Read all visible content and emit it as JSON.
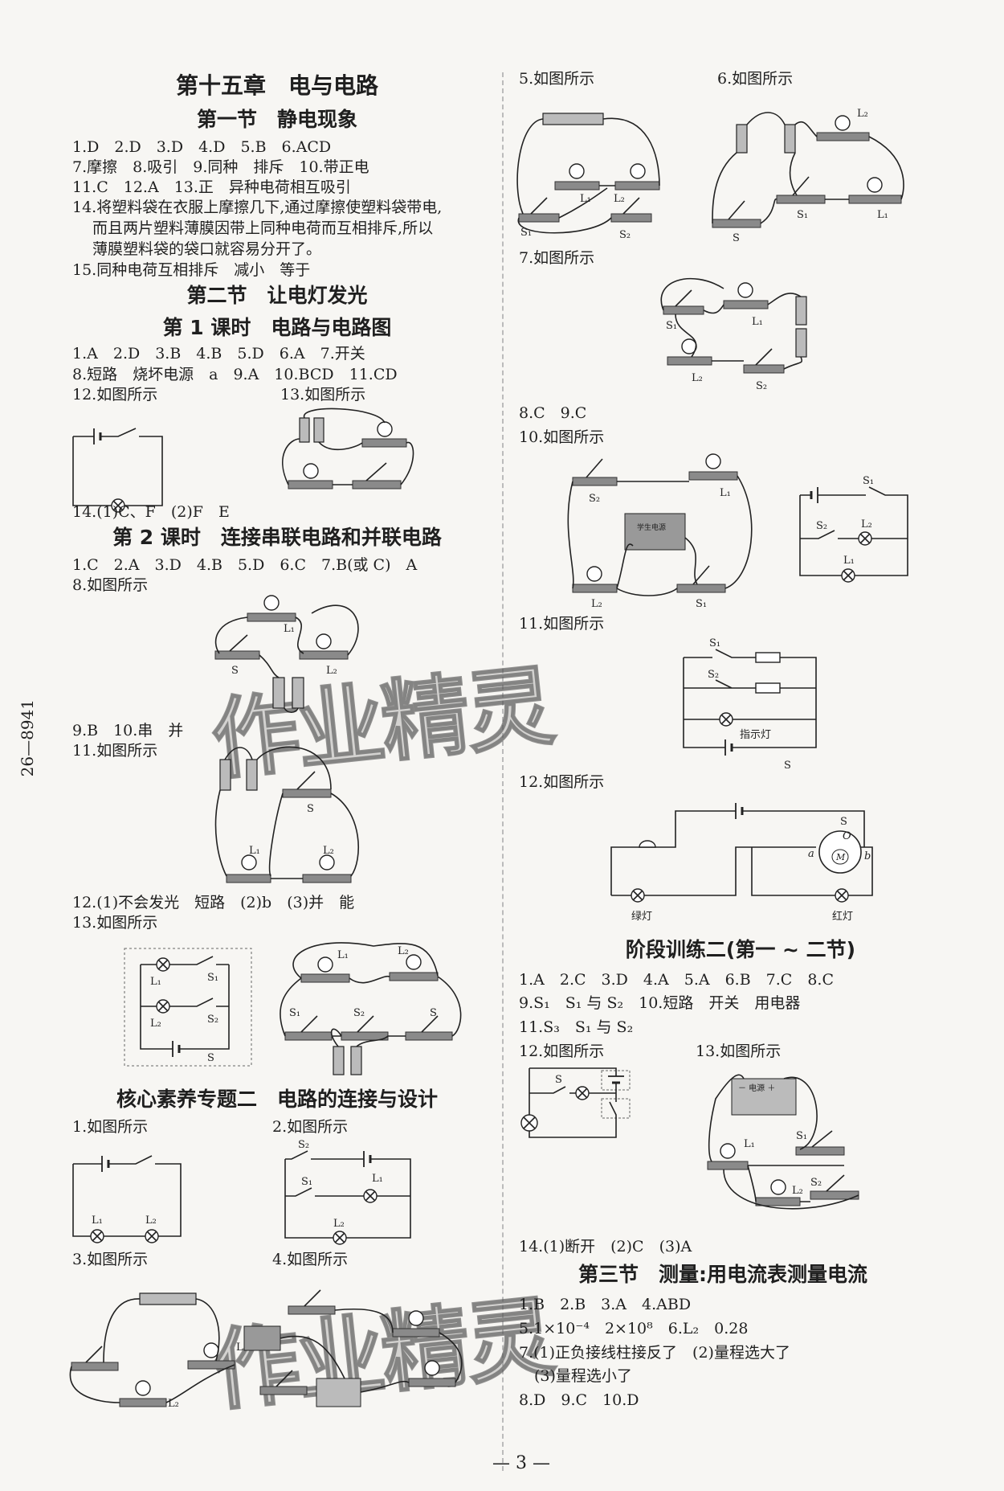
{
  "side_code": "26—8941",
  "page_number": "— 3 —",
  "watermark": "作业精灵",
  "left": {
    "chapter_title": "第十五章　电与电路",
    "sec1_title": "第一节　静电现象",
    "sec1_lines": [
      "1.D　2.D　3.D　4.D　5.B　6.ACD",
      "7.摩擦　8.吸引　9.同种　排斥　10.带正电",
      "11.C　12.A　13.正　异种电荷相互吸引",
      "14.将塑料袋在衣服上摩擦几下,通过摩擦使塑料袋带电,",
      "　 而且两片塑料薄膜因带上同种电荷而互相排斥,所以",
      "　 薄膜塑料袋的袋口就容易分开了。",
      "15.同种电荷互相排斥　减小　等于"
    ],
    "sec2_title": "第二节　让电灯发光",
    "lesson1_title": "第 1 课时　电路与电路图",
    "lesson1_lines": [
      "1.A　2.D　3.B　4.B　5.D　6.A　7.开关",
      "8.短路　烧坏电源　a　9.A　10.BCD　11.CD",
      "12.如图所示",
      "13.如图所示",
      "14.(1)C、F　(2)F　E"
    ],
    "lesson2_title": "第 2 课时　连接串联电路和并联电路",
    "lesson2_lines": [
      "1.C　2.A　3.D　4.B　5.D　6.C　7.B(或 C)　A",
      "8.如图所示",
      "9.B　10.串　并",
      "11.如图所示",
      "12.(1)不会发光　短路　(2)b　(3)并　能",
      "13.如图所示"
    ],
    "topic_title": "核心素养专题二　电路的连接与设计",
    "topic_lines": [
      "1.如图所示",
      "2.如图所示",
      "3.如图所示",
      "4.如图所示"
    ],
    "labels": {
      "S": "S",
      "S1": "S₁",
      "S2": "S₂",
      "L1": "L₁",
      "L2": "L₂"
    }
  },
  "right": {
    "lines_top": [
      "5.如图所示",
      "6.如图所示",
      "7.如图所示",
      "8.C　9.C",
      "10.如图所示",
      "11.如图所示",
      "12.如图所示"
    ],
    "labels": {
      "S": "S",
      "S1": "S₁",
      "S2": "S₂",
      "L1": "L₁",
      "L2": "L₂",
      "indicator": "指示灯",
      "green": "绿灯",
      "red": "红灯",
      "a": "a",
      "b": "b",
      "M": "M",
      "O": "O",
      "student_power": "学生电源",
      "power": "－ 电源 ＋"
    },
    "stage_title": "阶段训练二(第一 ~ 二节)",
    "stage_lines": [
      "1.A　2.C　3.D　4.A　5.A　6.B　7.C　8.C",
      "9.S₁　S₁ 与 S₂　10.短路　开关　用电器",
      "11.S₃　S₁ 与 S₂",
      "12.如图所示",
      "13.如图所示",
      "14.(1)断开　(2)C　(3)A"
    ],
    "sec3_title": "第三节　测量:用电流表测量电流",
    "sec3_lines": [
      "1.B　2.B　3.A　4.ABD",
      "5.1×10⁻⁴　2×10⁸　6.L₂　0.28",
      "7.(1)正负接线柱接反了　(2)量程选大了",
      "　(3)量程选小了",
      "8.D　9.C　10.D"
    ]
  }
}
